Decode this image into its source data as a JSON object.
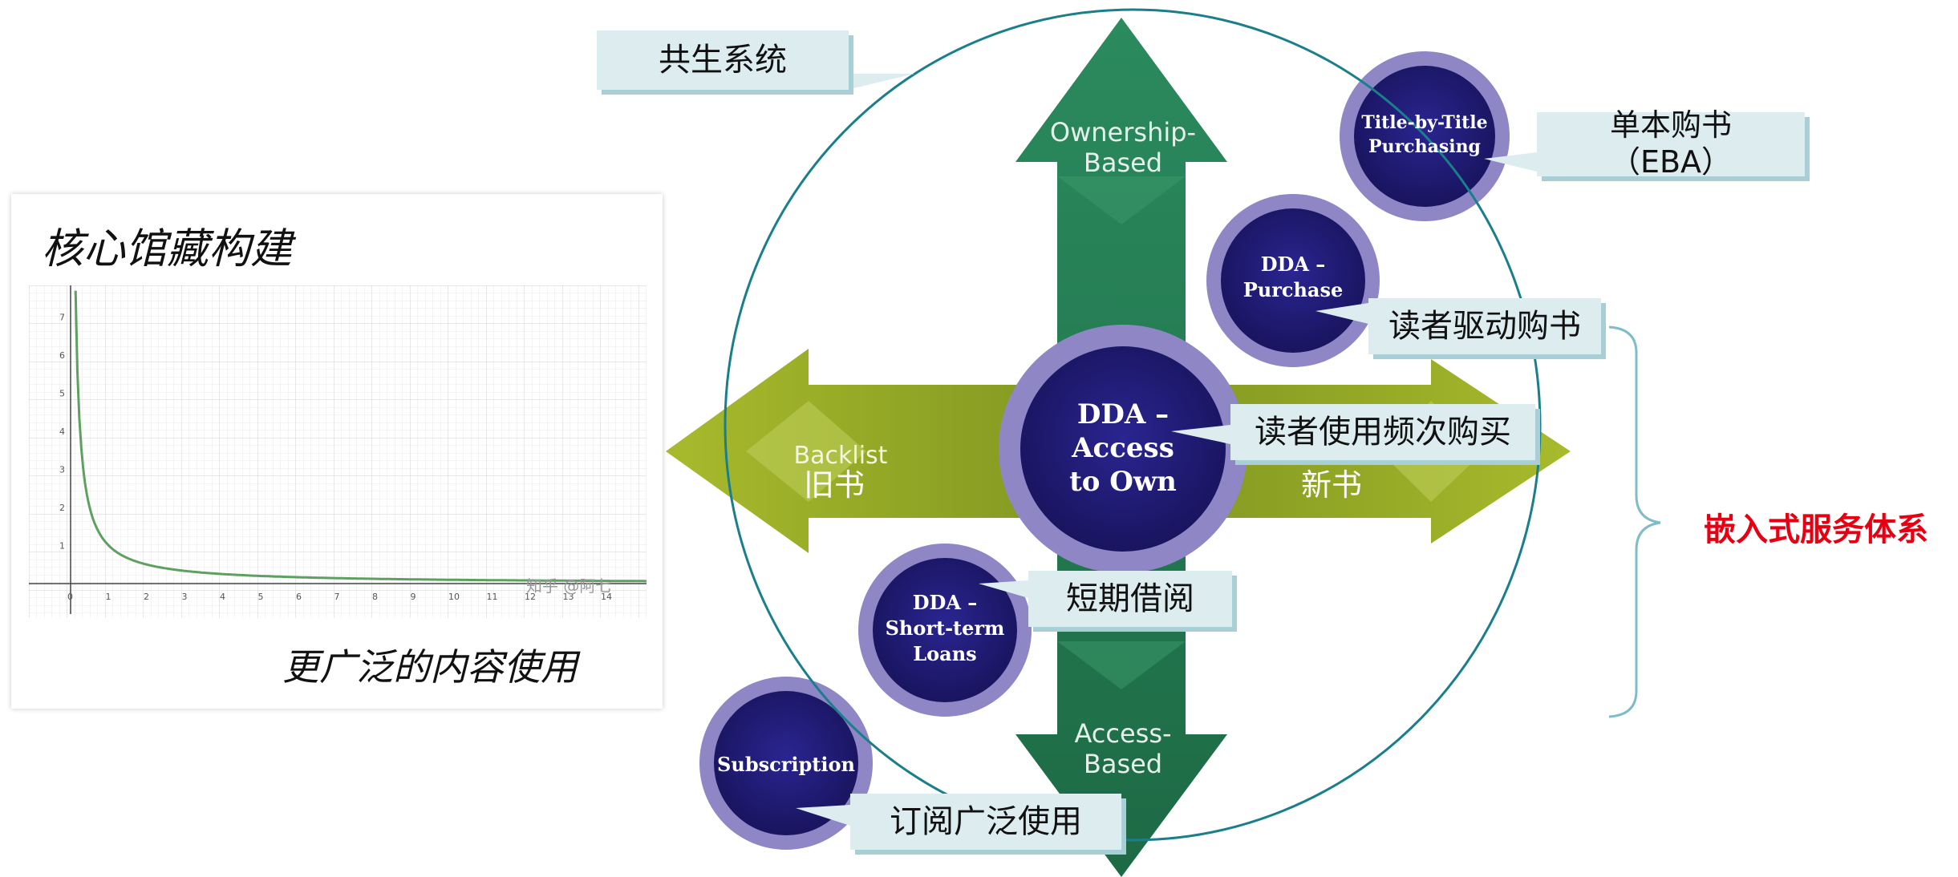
{
  "left_card": {
    "title": "核心馆藏构建",
    "caption": "更广泛的内容使用",
    "graph": {
      "x_ticks": [
        "0",
        "1",
        "2",
        "3",
        "4",
        "5",
        "6",
        "7",
        "8",
        "9",
        "10",
        "11",
        "12",
        "13",
        "14"
      ],
      "y_ticks": [
        "1",
        "2",
        "3",
        "4",
        "5",
        "6",
        "7"
      ],
      "watermark": "知乎 @阿七"
    }
  },
  "diagram": {
    "arrow_up_label": "Ownership-\nBased",
    "arrow_down_label": "Access-\nBased",
    "arrow_left_label": "Backlist",
    "arrow_left_cn": "旧书",
    "arrow_right_cn": "新书",
    "center_label": "DDA –\nAccess\nto Own",
    "nodes": {
      "title_by_title": "Title-by-Title\nPurchasing",
      "dda_purchase": "DDA –\nPurchase",
      "dda_short_term": "DDA –\nShort-term\nLoans",
      "subscription": "Subscription"
    }
  },
  "callouts": {
    "symbiosis": "共生系统",
    "eba": "单本购书\n（EBA）",
    "reader_driven": "读者驱动购书",
    "usage_purchase": "读者使用频次购买",
    "short_loan": "短期借阅",
    "subscription_use": "订阅广泛使用"
  },
  "embedded_label": "嵌入式服务体系",
  "colors": {
    "green_dark": "#1f6f4a",
    "olive": "#9aad24",
    "navy": "#1e1a6e",
    "lavender": "#8f86c6",
    "teal_ring": "#1a7f8a",
    "callout_bg": "#dcecef",
    "red": "#e60012"
  }
}
